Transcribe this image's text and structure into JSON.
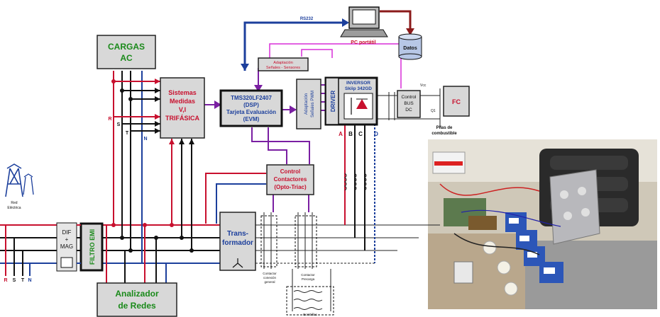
{
  "blocks": {
    "cargas": "CARGAS",
    "cargas_sub": "AC",
    "sistemas_1": "Sistemas",
    "sistemas_2": "Medidas",
    "sistemas_3": "V,I",
    "sistemas_4": "TRIFÁSICA",
    "dsp_1": "TMS320LF2407",
    "dsp_2": "(DSP)",
    "dsp_3": "Tarjeta Evaluación",
    "dsp_4": "(EVM)",
    "adapt_1": "Adaptación",
    "adapt_2": "Señales - Sensores",
    "pwm_1": "Adaptación",
    "pwm_2": "Señales PWM",
    "driver": "DRIVER",
    "inversor_1": "INVERSOR",
    "inversor_2": "Skiip 342GD",
    "control_bus_1": "Control",
    "control_bus_2": "BUS",
    "control_bus_3": "DC",
    "fc": "FC",
    "pilas_1": "Pilas de",
    "pilas_2": "combustible",
    "pc": "PC portátil",
    "datos": "Datos",
    "rs232": "RS232",
    "control_cont_1": "Control",
    "control_cont_2": "Contactores",
    "control_cont_3": "(Opto-Triac)",
    "transf_1": "Trans-",
    "transf_2": "formador",
    "dif_1": "DIF",
    "dif_2": "+",
    "dif_3": "MAG",
    "filtro": "FILTRO EMI",
    "analizador_1": "Analizador",
    "analizador_2": "de Redes",
    "red_1": "Red",
    "red_2": "Eléctrica",
    "contactor_gen_1": "Contactor",
    "contactor_gen_2": "conexión",
    "contactor_gen_3": "general",
    "contactor_pre_1": "Contactor",
    "contactor_pre_2": "Precarga",
    "bombillas": "Bombillas",
    "vcc": "Vcc",
    "q1": "Q1"
  },
  "phase_labels": [
    "R",
    "S",
    "T",
    "N"
  ],
  "out_labels": [
    "A",
    "B",
    "C",
    "D"
  ],
  "colors": {
    "red": "#c8102e",
    "black": "#111111",
    "blue": "#1c3f9c",
    "purple": "#7a1fa2",
    "magenta": "#d92fd9",
    "green": "#1a8a1a",
    "block_fill": "#d8d8d8"
  },
  "photo": {
    "description_icon": "lab-setup-photo"
  }
}
